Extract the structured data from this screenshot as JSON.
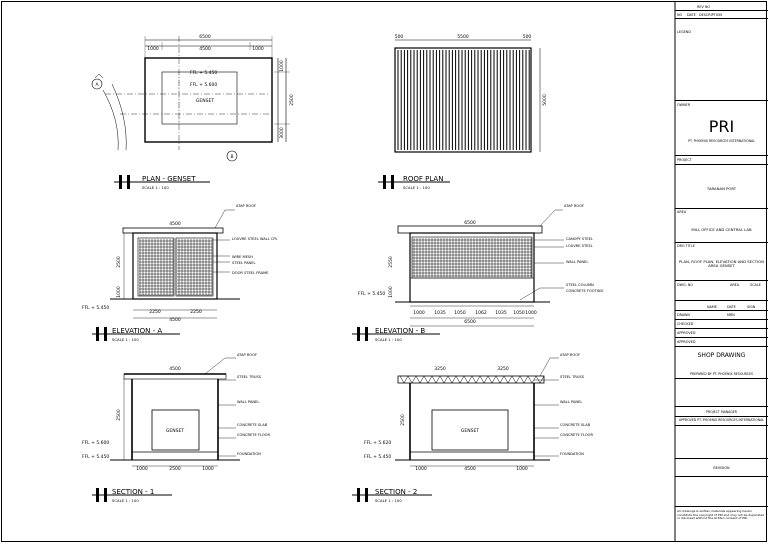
{
  "views": {
    "plan_genset": {
      "title": "PLAN - GENSET",
      "scale": "SCALE 1 : 100",
      "dims": [
        "6500",
        "1000",
        "4500",
        "1000",
        "2500",
        "1000",
        "3000"
      ],
      "ffl_top": "FFL + 5.450",
      "ffl_inner": "FFL + 5.600",
      "genset": "GENSET",
      "grid_a": "A",
      "grid_b": "B"
    },
    "roof_plan": {
      "title": "ROOF PLAN",
      "scale": "SCALE 1 : 100",
      "dims": [
        "500",
        "5500",
        "500",
        "5000"
      ]
    },
    "elevation_a": {
      "title": "ELEVATION - A",
      "scale": "SCALE 1 : 100",
      "dims": [
        "4500",
        "2250",
        "2250",
        "4500",
        "2500",
        "1000"
      ],
      "labels": [
        "ATAP ROOF",
        "LOUVRE STEEL WALL CPL",
        "WIRE MESH",
        "STEEL PANEL",
        "DOOR STEEL FRAME"
      ],
      "ffl": "FFL + 5.450"
    },
    "elevation_b": {
      "title": "ELEVATION - B",
      "scale": "SCALE 1 : 100",
      "dims": [
        "6500",
        "1000",
        "1035",
        "1050",
        "1062",
        "1035",
        "1050",
        "1000",
        "6500",
        "2550",
        "1000"
      ],
      "labels": [
        "ATAP ROOF",
        "CANOPY STEEL",
        "LOUVRE STEEL",
        "WALL PANEL",
        "STEEL COLUMN",
        "CONCRETE FOOTING"
      ],
      "ffl": "FFL + 5.450"
    },
    "section_1": {
      "title": "SECTION - 1",
      "scale": "SCALE 1 : 100",
      "dims": [
        "4500",
        "1000",
        "2500",
        "1000",
        "2500"
      ],
      "labels": [
        "ATAP ROOF",
        "STEEL TRUSS",
        "WALL PANEL",
        "CONCRETE SLAB",
        "CONCRETE FLOOR",
        "FOUNDATION"
      ],
      "ffl_a": "FFL + 5.600",
      "ffl_b": "FFL + 5.450",
      "genset": "GENSET"
    },
    "section_2": {
      "title": "SECTION - 2",
      "scale": "SCALE 1 : 100",
      "dims": [
        "3250",
        "3250",
        "1000",
        "4500",
        "1000",
        "2500"
      ],
      "labels": [
        "ATAP ROOF",
        "STEEL TRUSS",
        "WALL PANEL",
        "CONCRETE SLAB",
        "CONCRETE FLOOR",
        "FOUNDATION"
      ],
      "ffl_a": "FFL + 5.620",
      "ffl_b": "FFL + 5.450",
      "genset": "GENSET"
    }
  },
  "title_block": {
    "rev_no": "REV NO",
    "no": "NO",
    "date": "DATE",
    "description": "DESCRIPTION",
    "legend": "LEGEND",
    "owner": "OWNER",
    "company_logo": "PRI",
    "company_name": "PT. PHOENIX RESOURCES INTERNATIONAL",
    "project_label": "PROJECT",
    "project": "TARANAN PORT",
    "area_label": "AREA",
    "area": "MILL OFFICE AND CENTRAL LAB",
    "drawing_label": "DRG TITLE",
    "drawing_title": "PLAN, ROOF PLAN, ELEVATION AND SECTION AREA GENSET",
    "dwg_no": "DWG. NO",
    "area_code": "AREA",
    "scale": "SCALE",
    "name_h": "NAME",
    "date_h": "DATE",
    "signature_h": "SIGN",
    "roles": [
      "DRAWN",
      "CHECKED",
      "APPROVED",
      "APPROVED"
    ],
    "signer": "MRN",
    "stamp": "SHOP DRAWING",
    "prepared_by": "PREPARED BY PT. PHOENIX RESOURCES",
    "project_manager": "PROJECT MANAGER",
    "approved_by": "APPROVED PT. PHOENIX RESOURCES INTERNATIONAL",
    "revision": "REVISION",
    "footer_note": "All drawings & written materials appearing herein constitute the copyright of PRI and may not be duplicated or disclosed without the written consent of PRI."
  }
}
